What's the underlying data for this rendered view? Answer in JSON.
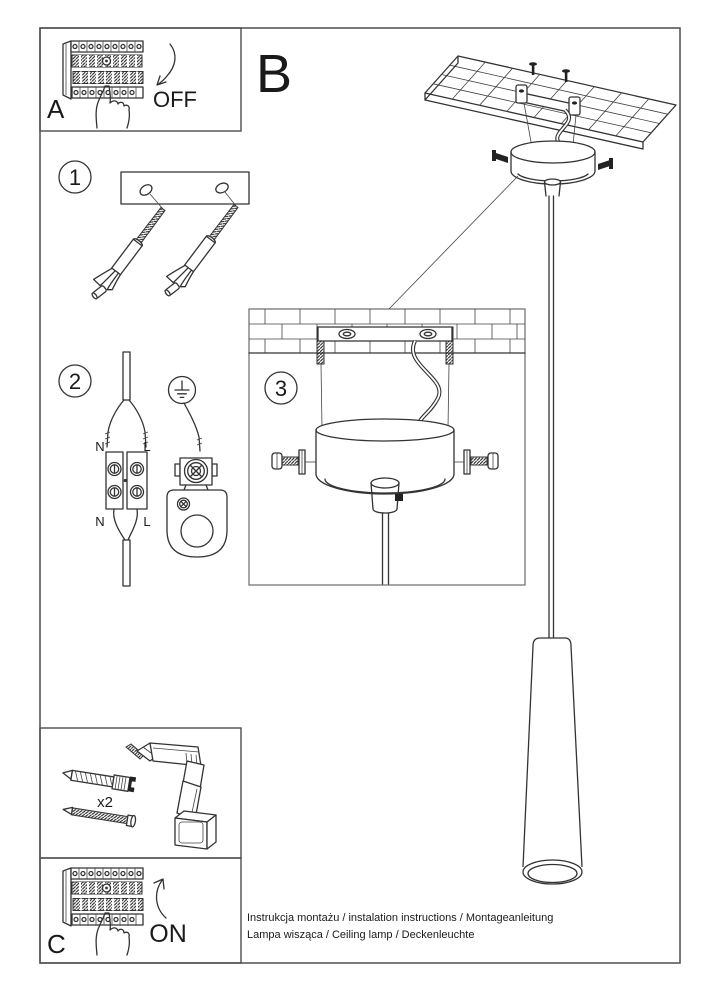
{
  "document": {
    "sections": {
      "power_off": {
        "label": "A",
        "action": "OFF"
      },
      "overview": {
        "label": "B"
      },
      "power_on": {
        "label": "C",
        "action": "ON"
      }
    },
    "steps": [
      {
        "number": "1"
      },
      {
        "number": "2"
      },
      {
        "number": "3"
      }
    ],
    "wiring_labels": {
      "neutral_top": "N",
      "live_top": "L",
      "neutral_bottom": "N",
      "live_bottom": "L"
    },
    "hardware": {
      "anchor_quantity": "x2"
    },
    "captions": {
      "line1": "Instrukcja montażu / instalation instructions / Montageanleitung",
      "line2": "Lampa wisząca / Ceiling lamp  / Deckenleuchte"
    },
    "colors": {
      "ink": "#333333",
      "frame": "#4d4d4d",
      "background": "#ffffff"
    }
  }
}
